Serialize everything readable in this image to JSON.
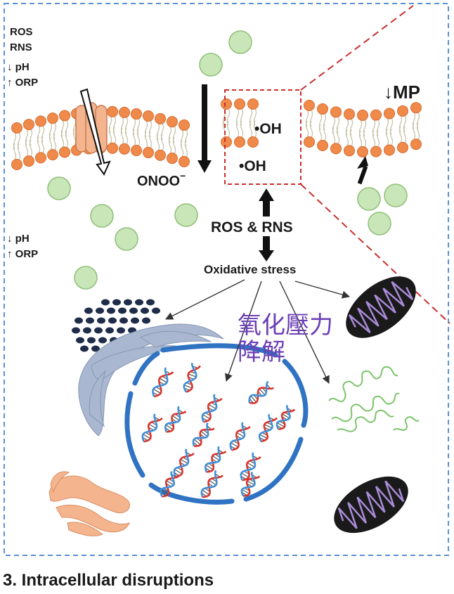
{
  "labels": {
    "ros": "ROS",
    "rns": "RNS",
    "ph_down_top": "↓ pH",
    "orp_up_top": "↑ ORP",
    "onoo": "ONOO",
    "onoo_sup": "−",
    "oh1": "•OH",
    "oh2": "•OH",
    "mp": "↓MP",
    "ph_down_mid": "↓ pH",
    "orp_up_mid": "↑ ORP",
    "ros_rns": "ROS & RNS",
    "oxidative_stress": "Oxidative stress",
    "cjk_line1": "氧化壓力",
    "cjk_line2": "降解",
    "caption": "3. Intracellular disruptions"
  },
  "colors": {
    "panel_border": "#5b8fd6",
    "zoom_red": "#c9302c",
    "lipid_head": "#f08a4b",
    "green_particle": "#c9e6b8",
    "chromatin": "#1f2d4a",
    "er": "#a9b8d0",
    "nucleus": "#2f73c2",
    "dna_red": "#d9362e",
    "dna_blue": "#3f8fd8",
    "mito_dark": "#1a1a1a",
    "mito_cristae": "#a98bd8",
    "protein_green": "#7cc36a",
    "golgi": "#f3b48e",
    "cjk_text": "#6b3fb5"
  }
}
